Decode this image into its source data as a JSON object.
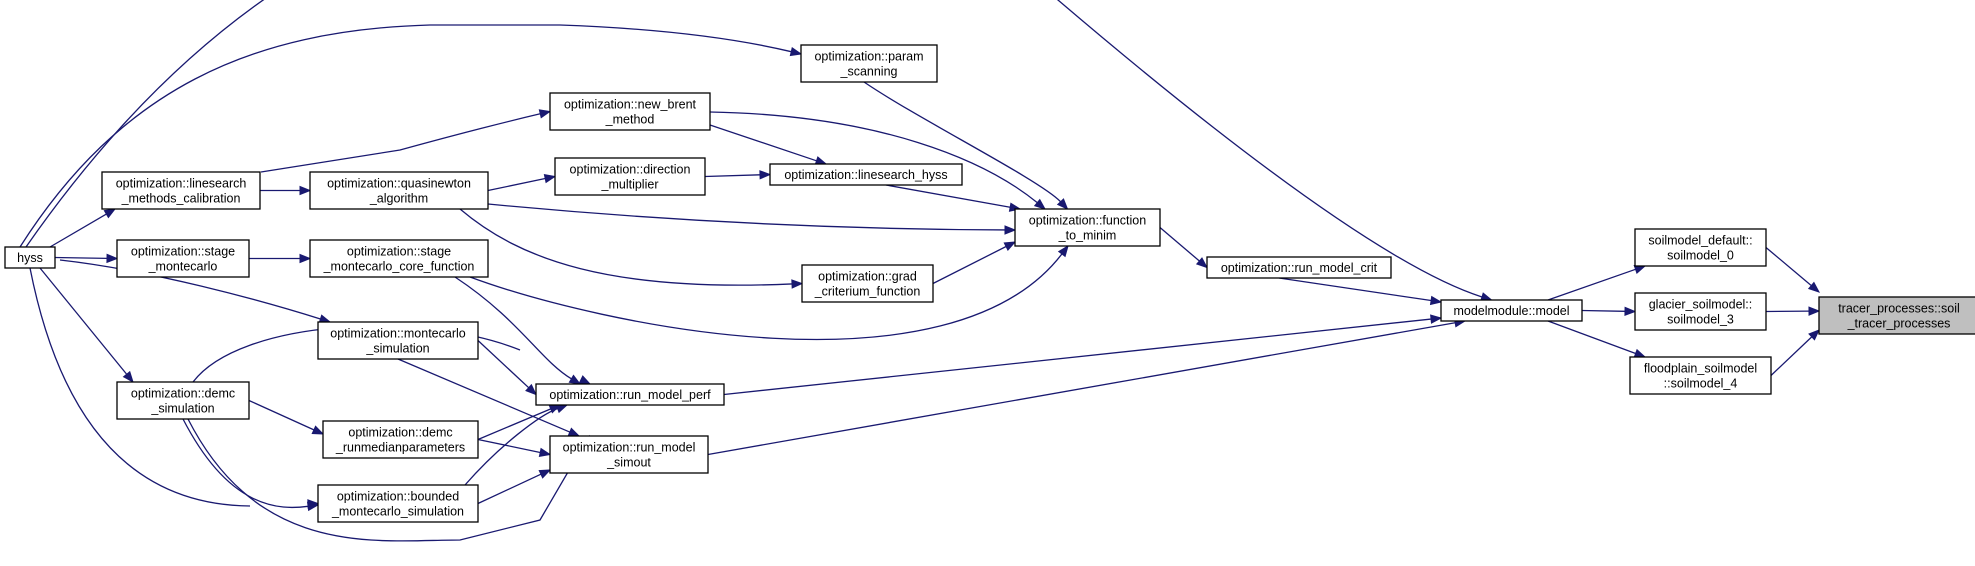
{
  "graph": {
    "title": "",
    "nodes": [
      {
        "id": "tracer",
        "lines": [
          "tracer_processes::soil",
          "_tracer_processes"
        ],
        "current": true
      },
      {
        "id": "sm0",
        "lines": [
          "soilmodel_default::",
          "soilmodel_0"
        ]
      },
      {
        "id": "sm3",
        "lines": [
          "glacier_soilmodel::",
          "soilmodel_3"
        ]
      },
      {
        "id": "sm4",
        "lines": [
          "floodplain_soilmodel",
          "::soilmodel_4"
        ]
      },
      {
        "id": "model",
        "lines": [
          "modelmodule::model"
        ]
      },
      {
        "id": "crit",
        "lines": [
          "optimization::run_model_crit"
        ]
      },
      {
        "id": "fmin",
        "lines": [
          "optimization::function",
          "_to_minim"
        ]
      },
      {
        "id": "param",
        "lines": [
          "optimization::param",
          "_scanning"
        ]
      },
      {
        "id": "brent",
        "lines": [
          "optimization::new_brent",
          "_method"
        ]
      },
      {
        "id": "lshyss",
        "lines": [
          "optimization::linesearch_hyss"
        ]
      },
      {
        "id": "dirmul",
        "lines": [
          "optimization::direction",
          "_multiplier"
        ]
      },
      {
        "id": "qnewton",
        "lines": [
          "optimization::quasinewton",
          "_algorithm"
        ]
      },
      {
        "id": "lscal",
        "lines": [
          "optimization::linesearch",
          "_methods_calibration"
        ]
      },
      {
        "id": "hyss",
        "lines": [
          "hyss"
        ]
      },
      {
        "id": "stagemc",
        "lines": [
          "optimization::stage",
          "_montecarlo"
        ]
      },
      {
        "id": "stagecore",
        "lines": [
          "optimization::stage",
          "_montecarlo_core_function"
        ]
      },
      {
        "id": "grad",
        "lines": [
          "optimization::grad",
          "_criterium_function"
        ]
      },
      {
        "id": "perf",
        "lines": [
          "optimization::run_model_perf"
        ]
      },
      {
        "id": "simout",
        "lines": [
          "optimization::run_model",
          "_simout"
        ]
      },
      {
        "id": "mcsim",
        "lines": [
          "optimization::montecarlo",
          "_simulation"
        ]
      },
      {
        "id": "demc",
        "lines": [
          "optimization::demc",
          "_simulation"
        ]
      },
      {
        "id": "demcmed",
        "lines": [
          "optimization::demc",
          "_runmedianparameters"
        ]
      },
      {
        "id": "bounded",
        "lines": [
          "optimization::bounded",
          "_montecarlo_simulation"
        ]
      }
    ],
    "edges": [
      {
        "from": "sm0",
        "to": "tracer"
      },
      {
        "from": "sm3",
        "to": "tracer"
      },
      {
        "from": "sm4",
        "to": "tracer"
      },
      {
        "from": "model",
        "to": "sm0"
      },
      {
        "from": "model",
        "to": "sm3"
      },
      {
        "from": "model",
        "to": "sm4"
      },
      {
        "from": "hyss",
        "to": "model"
      },
      {
        "from": "crit",
        "to": "model"
      },
      {
        "from": "perf",
        "to": "model"
      },
      {
        "from": "simout",
        "to": "model"
      },
      {
        "from": "fmin",
        "to": "crit"
      },
      {
        "from": "param",
        "to": "fmin"
      },
      {
        "from": "brent",
        "to": "fmin"
      },
      {
        "from": "lshyss",
        "to": "fmin"
      },
      {
        "from": "qnewton",
        "to": "fmin"
      },
      {
        "from": "grad",
        "to": "fmin"
      },
      {
        "from": "stagecore",
        "to": "fmin"
      },
      {
        "from": "hyss",
        "to": "param"
      },
      {
        "from": "lscal",
        "to": "brent"
      },
      {
        "from": "brent",
        "to": "lshyss"
      },
      {
        "from": "dirmul",
        "to": "lshyss"
      },
      {
        "from": "qnewton",
        "to": "dirmul"
      },
      {
        "from": "lscal",
        "to": "qnewton"
      },
      {
        "from": "qnewton",
        "to": "grad"
      },
      {
        "from": "hyss",
        "to": "lscal"
      },
      {
        "from": "hyss",
        "to": "stagemc"
      },
      {
        "from": "stagemc",
        "to": "stagecore"
      },
      {
        "from": "hyss",
        "to": "demc"
      },
      {
        "from": "hyss",
        "to": "mcsim"
      },
      {
        "from": "hyss",
        "to": "bounded"
      },
      {
        "from": "demc",
        "to": "demcmed"
      },
      {
        "from": "demc",
        "to": "bounded"
      },
      {
        "from": "demc",
        "to": "perf"
      },
      {
        "from": "demc",
        "to": "simout"
      },
      {
        "from": "stagecore",
        "to": "perf"
      },
      {
        "from": "mcsim",
        "to": "perf"
      },
      {
        "from": "mcsim",
        "to": "simout"
      },
      {
        "from": "demcmed",
        "to": "perf"
      },
      {
        "from": "demcmed",
        "to": "simout"
      },
      {
        "from": "bounded",
        "to": "perf"
      },
      {
        "from": "bounded",
        "to": "simout"
      }
    ]
  },
  "colors": {
    "edge": "#191970",
    "node_border": "#000000",
    "node_fill": "#ffffff",
    "current_fill": "#bfbfbf"
  }
}
